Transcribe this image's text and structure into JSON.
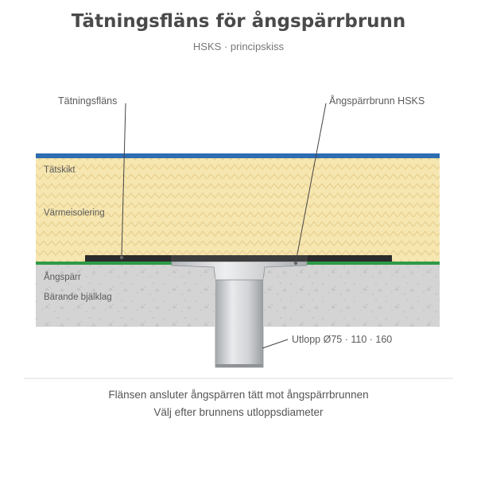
{
  "header": {
    "title": "Tätningsfläns för ångspärrbrunn",
    "subtitle": "HSKS · principskiss"
  },
  "labels": {
    "flange": "Tätningsfläns",
    "drain": "Ångspärrbrunn HSKS",
    "waterproofing": "Tätskikt",
    "insulation": "Värmeisolering",
    "vapor_barrier": "Ångspärr",
    "structure": "Bärande bjälklag",
    "outlet": "Utlopp Ø75 · 110 · 160"
  },
  "footer": {
    "line1": "Flänsen ansluter ångspärren tätt mot ångspärrbrunnen",
    "line2": "Välj efter brunnens utloppsdiameter"
  },
  "colors": {
    "waterproofing": "#2d6db0",
    "insulation": "#f6e6b0",
    "vapor_barrier": "#2f9a48",
    "structure": "#d4d4d4",
    "flange": "#2b2b2b",
    "pipe": "#c9cbcf"
  }
}
